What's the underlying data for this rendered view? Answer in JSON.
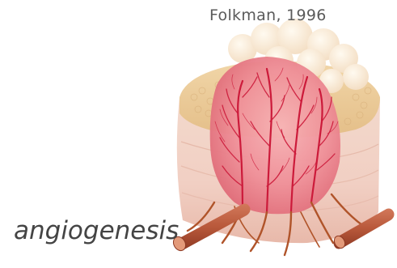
{
  "citation": "Folkman, 1996",
  "caption": "angiogenesis",
  "colors": {
    "text_primary": "#444444",
    "text_secondary": "#5a5a5a",
    "vessel_red": "#cc1a3a",
    "vessel_brown": "#b0542a",
    "tissue_tan": "#e8c79a",
    "tissue_pink": "#f1cfc3"
  },
  "illustration": {
    "subject": "tumor-vascularization-illustration"
  }
}
